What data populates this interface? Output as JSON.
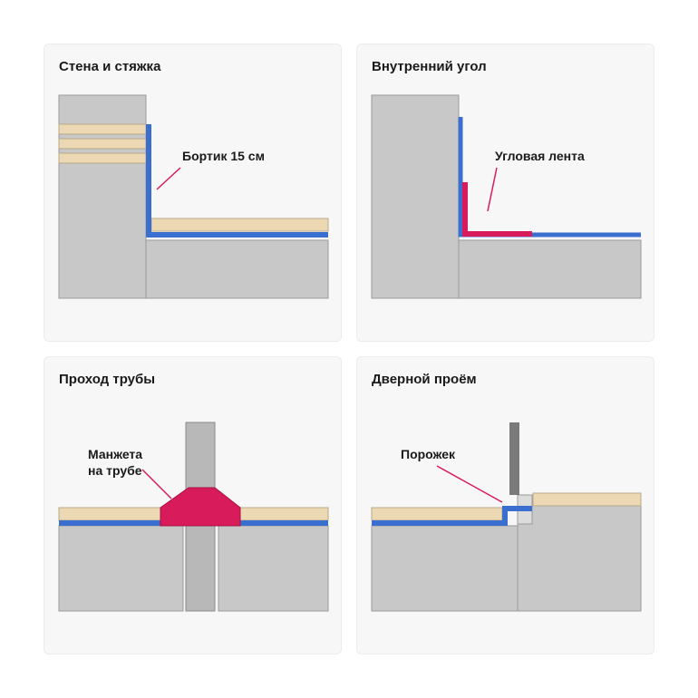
{
  "colors": {
    "concrete": "#c8c8c8",
    "concrete_stroke": "#9a9a9a",
    "screed": "#ecd9b4",
    "screed_stroke": "#b9a989",
    "waterproofing": "#3a6fcf",
    "accent": "#d81b5a",
    "panel_bg": "#f7f7f7",
    "door_frame": "#7a7a7a"
  },
  "panels": [
    {
      "title": "Стена и стяжка",
      "callout": "Бортик 15 см"
    },
    {
      "title": "Внутренний угол",
      "callout": "Угловая лента"
    },
    {
      "title": "Проход трубы",
      "callout_lines": [
        "Манжета",
        "на трубе"
      ]
    },
    {
      "title": "Дверной проём",
      "callout": "Порожек"
    }
  ]
}
